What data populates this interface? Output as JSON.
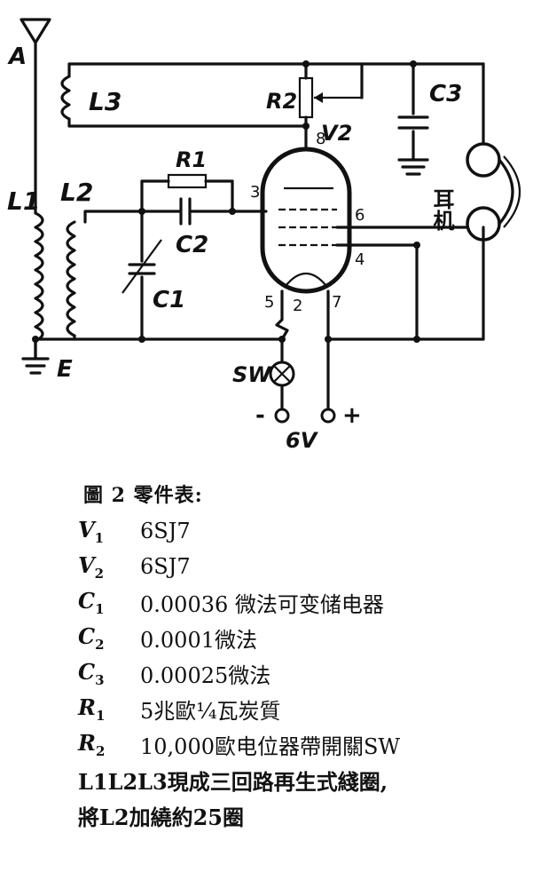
{
  "schematic": {
    "labels": {
      "antenna": "A",
      "earth": "E",
      "l1": "L1",
      "l2": "L2",
      "l3": "L3",
      "r1": "R1",
      "r2": "R2",
      "c1": "C1",
      "c2": "C2",
      "c3": "C3",
      "v2": "V2",
      "pin8": "8",
      "pin3": "3",
      "pin6": "6",
      "pin4": "4",
      "pin5": "5",
      "pin2": "2",
      "pin7": "7",
      "switch": "SW",
      "minus": "-",
      "plus": "+",
      "battery": "6V",
      "headphones": "耳机"
    }
  },
  "parts": {
    "title": "圖 2 零件表:",
    "rows": [
      {
        "sym": "V",
        "sub": "1",
        "val": "6SJ7"
      },
      {
        "sym": "V",
        "sub": "2",
        "val": "6SJ7"
      },
      {
        "sym": "C",
        "sub": "1",
        "val": "0.00036 微法可变储电器"
      },
      {
        "sym": "C",
        "sub": "2",
        "val": "0.0001微法"
      },
      {
        "sym": "C",
        "sub": "3",
        "val": "0.00025微法"
      },
      {
        "sym": "R",
        "sub": "1",
        "val": "5兆歐¼瓦炭質"
      },
      {
        "sym": "R",
        "sub": "2",
        "val": "10,000歐电位器帶開關SW"
      }
    ],
    "note_line1": "L1L2L3現成三回路再生式綫圈,",
    "note_line2": "將L2加繞約25圈"
  }
}
